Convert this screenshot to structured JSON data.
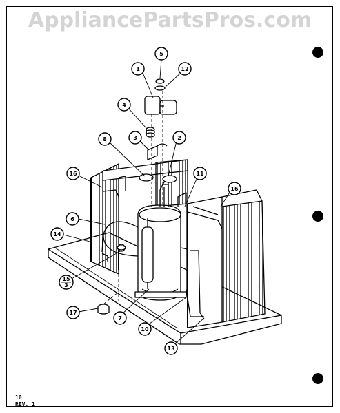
{
  "watermark": "AppliancePartsPros.com",
  "footer": {
    "page": "10",
    "revision": "REV. 1"
  },
  "callouts": [
    {
      "id": "c1",
      "label": "1"
    },
    {
      "id": "c5",
      "label": "5"
    },
    {
      "id": "c12",
      "label": "12"
    },
    {
      "id": "c4",
      "label": "4"
    },
    {
      "id": "c3",
      "label": "3"
    },
    {
      "id": "c2",
      "label": "2"
    },
    {
      "id": "c8",
      "label": "8"
    },
    {
      "id": "c16a",
      "label": "16"
    },
    {
      "id": "c11",
      "label": "11"
    },
    {
      "id": "c16b",
      "label": "16"
    },
    {
      "id": "c6",
      "label": "6"
    },
    {
      "id": "c14",
      "label": "14"
    },
    {
      "id": "c15",
      "label": "15",
      "sub": "3"
    },
    {
      "id": "c17",
      "label": "17"
    },
    {
      "id": "c7",
      "label": "7"
    },
    {
      "id": "c10",
      "label": "10"
    },
    {
      "id": "c13",
      "label": "13"
    }
  ]
}
